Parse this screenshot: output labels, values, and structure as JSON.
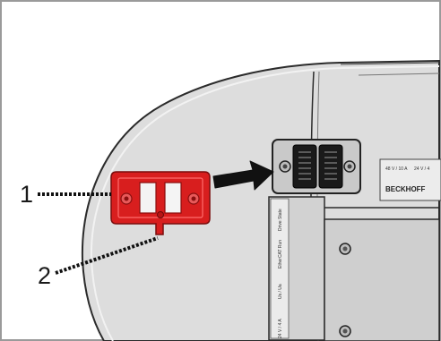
{
  "callouts": [
    {
      "number": "1"
    },
    {
      "number": "2"
    }
  ],
  "device": {
    "brand": "BECKHOFF",
    "rating_left": "48 V / 10 A",
    "rating_right": "24 V / 4",
    "side_labels": [
      "24 V / 4 A",
      "Us / Ua",
      "EtherCAT Run",
      "Drive State"
    ]
  },
  "colors": {
    "device_body": "#dcdcdc",
    "bracket": "#d81e1e",
    "arrow": "#111111",
    "outline": "#333333"
  }
}
